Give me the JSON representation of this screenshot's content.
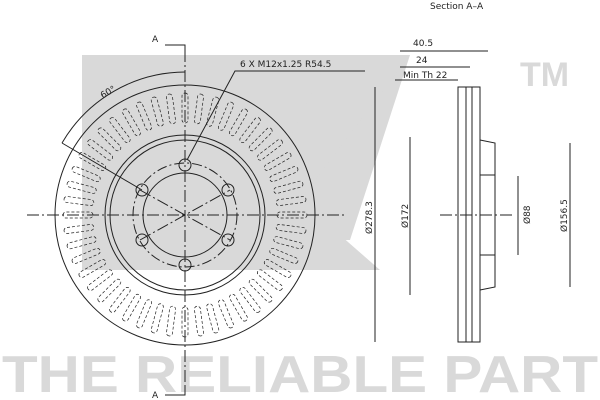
{
  "watermark": {
    "logo": "NK",
    "trademark": "TM",
    "tagline": "THE RELIABLE PART",
    "color": "#d9d9d9"
  },
  "front_view": {
    "section_marker_top": "A",
    "section_marker_bottom": "A",
    "angle_label": "60°",
    "bolt_callout": "6 X M12x1.25 R54.5",
    "bolt_hole_count": 6
  },
  "section_view": {
    "title": "Section A–A",
    "dimensions": {
      "overall_thickness": "40.5",
      "disc_thickness": "24",
      "min_thickness": "Min Th 22",
      "outer_diameter": "Ø278.3",
      "inner_diameter": "Ø172",
      "center_bore": "Ø88",
      "hat_diameter": "Ø156.5"
    }
  },
  "colors": {
    "line": "#222222",
    "watermark": "#d9d9d9"
  }
}
